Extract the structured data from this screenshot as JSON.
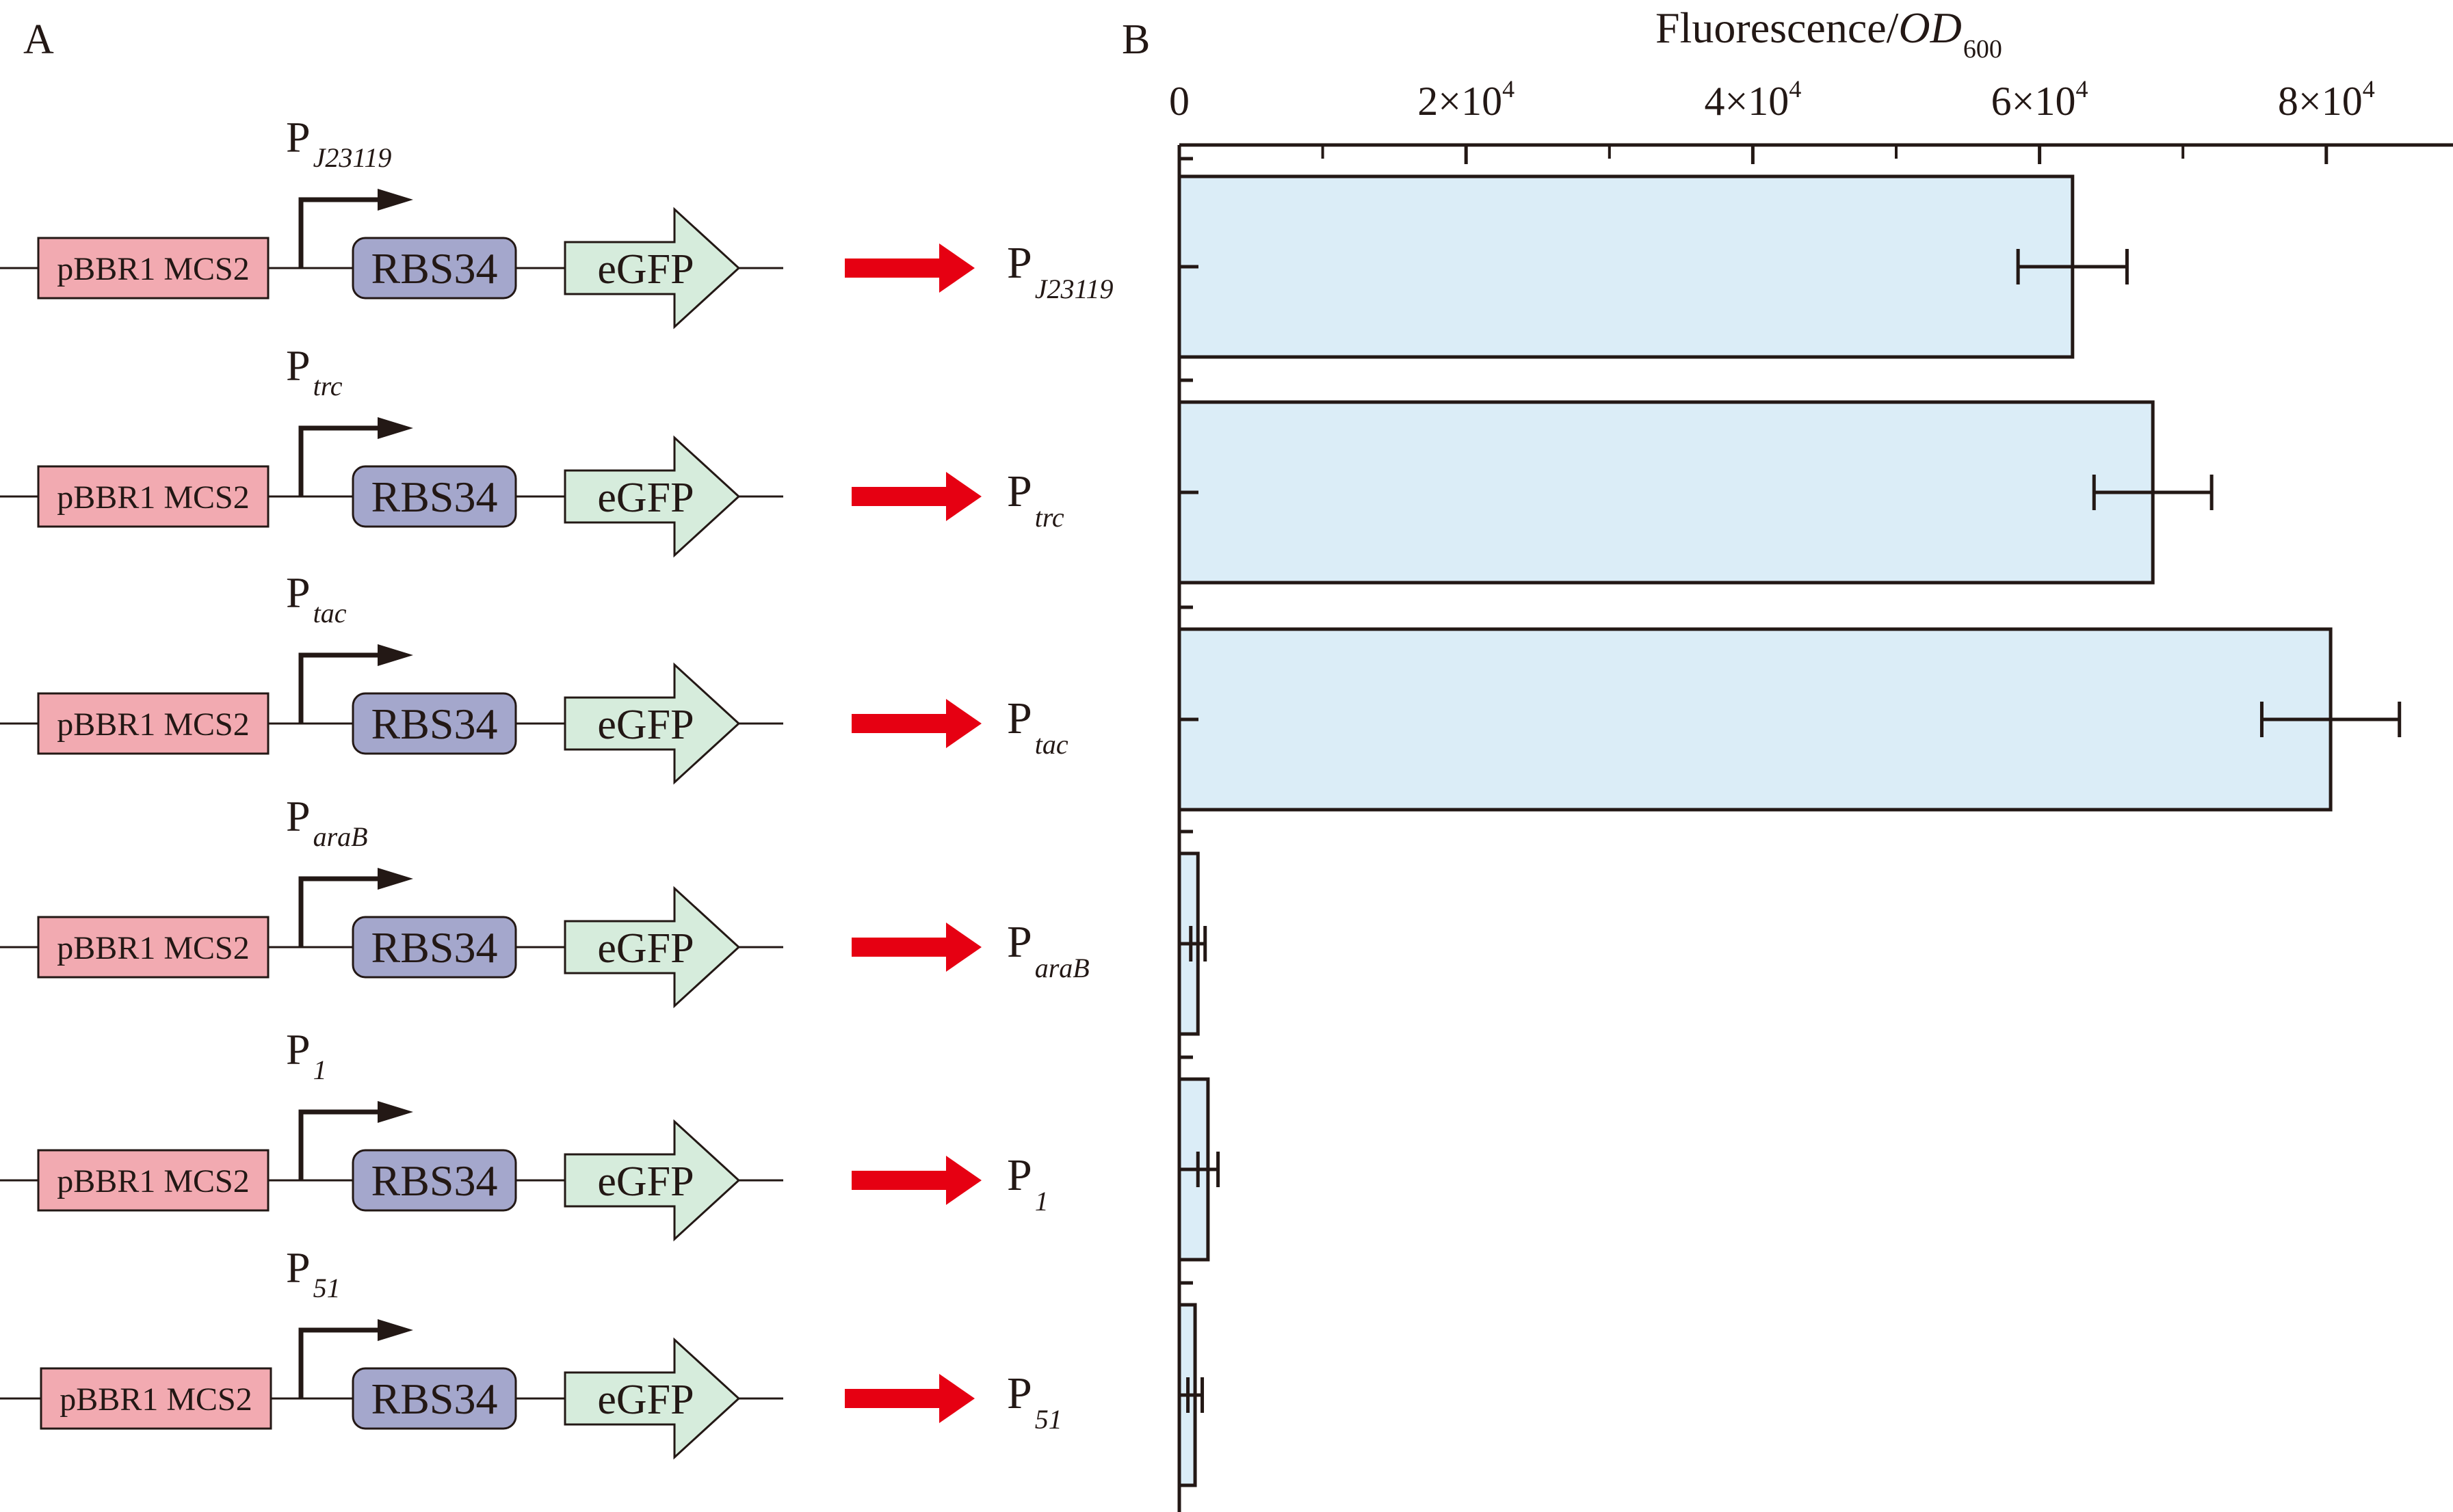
{
  "panels": {
    "a_label": "A",
    "b_label": "B"
  },
  "colors": {
    "backbone_fill": "#f2aab1",
    "rbs_fill": "#a4a7cc",
    "gene_fill": "#d6ecdc",
    "bar_fill": "#dbedf7",
    "line": "#231815",
    "arrow_red": "#e60012"
  },
  "constructs": [
    {
      "promoter_main": "P",
      "promoter_sub": "J23119",
      "backbone": "pBBR1 MCS2",
      "rbs": "RBS34",
      "gene": "eGFP",
      "arrow_icon": "red-right-arrow"
    },
    {
      "promoter_main": "P",
      "promoter_sub": "trc",
      "backbone": "pBBR1 MCS2",
      "rbs": "RBS34",
      "gene": "eGFP",
      "arrow_icon": "red-right-arrow"
    },
    {
      "promoter_main": "P",
      "promoter_sub": "tac",
      "backbone": "pBBR1 MCS2",
      "rbs": "RBS34",
      "gene": "eGFP",
      "arrow_icon": "red-right-arrow"
    },
    {
      "promoter_main": "P",
      "promoter_sub": "araB",
      "backbone": "pBBR1 MCS2",
      "rbs": "RBS34",
      "gene": "eGFP",
      "arrow_icon": "red-right-arrow"
    },
    {
      "promoter_main": "P",
      "promoter_sub": "1",
      "backbone": "pBBR1 MCS2",
      "rbs": "RBS34",
      "gene": "eGFP",
      "arrow_icon": "red-right-arrow"
    },
    {
      "promoter_main": "P",
      "promoter_sub": "51",
      "backbone": "pBBR1 MCS2",
      "rbs": "RBS34",
      "gene": "eGFP",
      "arrow_icon": "red-right-arrow"
    }
  ],
  "chart_data": {
    "type": "bar",
    "orientation": "horizontal",
    "title": "",
    "xlabel": {
      "main": "Fluorescence/",
      "italic": "OD",
      "subscript": "600"
    },
    "xlabel_position": "top",
    "xlim": [
      0,
      85000
    ],
    "major_ticks": [
      {
        "value": 0,
        "label": "0"
      },
      {
        "value": 20000,
        "label": "2×10",
        "exp": "4"
      },
      {
        "value": 40000,
        "label": "4×10",
        "exp": "4"
      },
      {
        "value": 60000,
        "label": "6×10",
        "exp": "4"
      },
      {
        "value": 80000,
        "label": "8×10",
        "exp": "4"
      }
    ],
    "minor_tick_step": 10000,
    "categories": [
      {
        "main": "P",
        "sub": "J23119"
      },
      {
        "main": "P",
        "sub": "trc"
      },
      {
        "main": "P",
        "sub": "tac"
      },
      {
        "main": "P",
        "sub": "araB"
      },
      {
        "main": "P",
        "sub": "1"
      },
      {
        "main": "P",
        "sub": "51"
      }
    ],
    "values": [
      62300,
      67900,
      80300,
      1300,
      2000,
      1100
    ],
    "errors": [
      3800,
      4100,
      4800,
      500,
      700,
      500
    ],
    "grid": false,
    "legend": "none"
  }
}
